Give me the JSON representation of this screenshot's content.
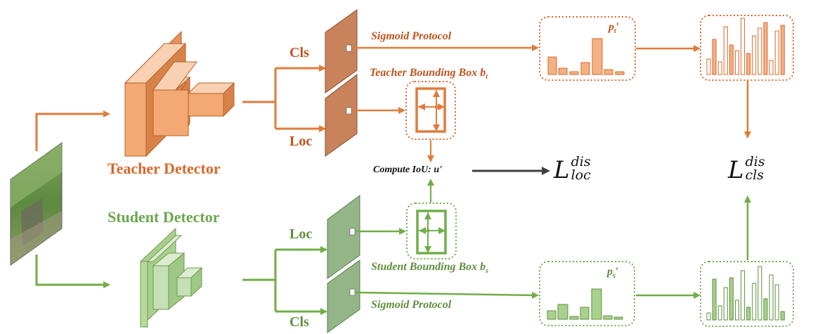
{
  "teacher": {
    "title": "Teacher Detector",
    "cls_label": "Cls",
    "loc_label": "Loc",
    "sigmoid_label": "Sigmoid Protocol",
    "bbox_label": "Teacher Bounding Box",
    "bbox_sub": "t",
    "prob_label": "p",
    "prob_sub": "t",
    "prob_prime": "′"
  },
  "student": {
    "title": "Student Detector",
    "cls_label": "Cls",
    "loc_label": "Loc",
    "sigmoid_label": "Sigmoid Protocol",
    "bbox_label": "Student Bounding Box",
    "bbox_sub": "s",
    "prob_label": "p",
    "prob_sub": "s",
    "prob_prime": "′"
  },
  "iou": {
    "label": "Compute IoU:",
    "var": "u'"
  },
  "losses": {
    "loc_base": "L",
    "loc_sup": "dis",
    "loc_sub": "loc",
    "cls_base": "L",
    "cls_sup": "dis",
    "cls_sub": "cls"
  },
  "colors": {
    "teacher": "#e07b39",
    "teacher_light": "#f4b183",
    "student": "#70ad47",
    "student_light": "#c5e0b4",
    "arrow_dark": "#404040"
  }
}
